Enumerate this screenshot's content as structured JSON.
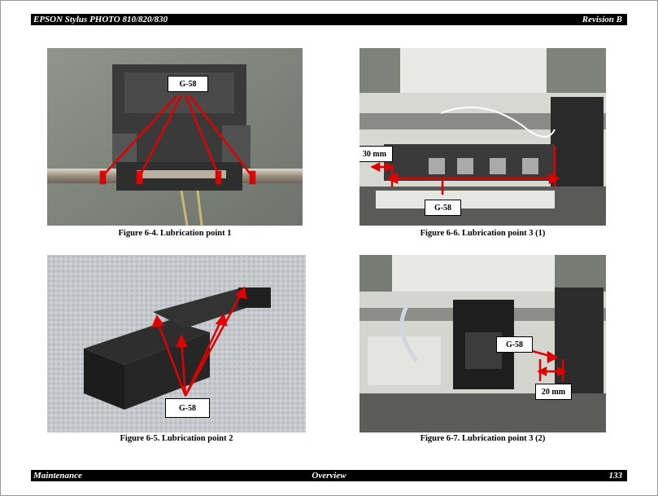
{
  "header": {
    "left": "EPSON Stylus PHOTO 810/820/830",
    "right": "Revision B"
  },
  "footer": {
    "left": "Maintenance",
    "center": "Overview",
    "right": "133"
  },
  "figures": [
    {
      "caption": "Figure 6-4.  Lubrication point 1",
      "callouts": [
        "G-58"
      ]
    },
    {
      "caption": "Figure 6-6.  Lubrication point 3 (1)",
      "callouts": [
        "30 mm",
        "G-58"
      ]
    },
    {
      "caption": "Figure 6-5.  Lubrication point 2",
      "callouts": [
        "G-58"
      ]
    },
    {
      "caption": "Figure 6-7.  Lubrication point 3 (2)",
      "callouts": [
        "G-58",
        "20 mm"
      ]
    }
  ],
  "colors": {
    "arrow": "#e00000",
    "bar": "#000000"
  }
}
